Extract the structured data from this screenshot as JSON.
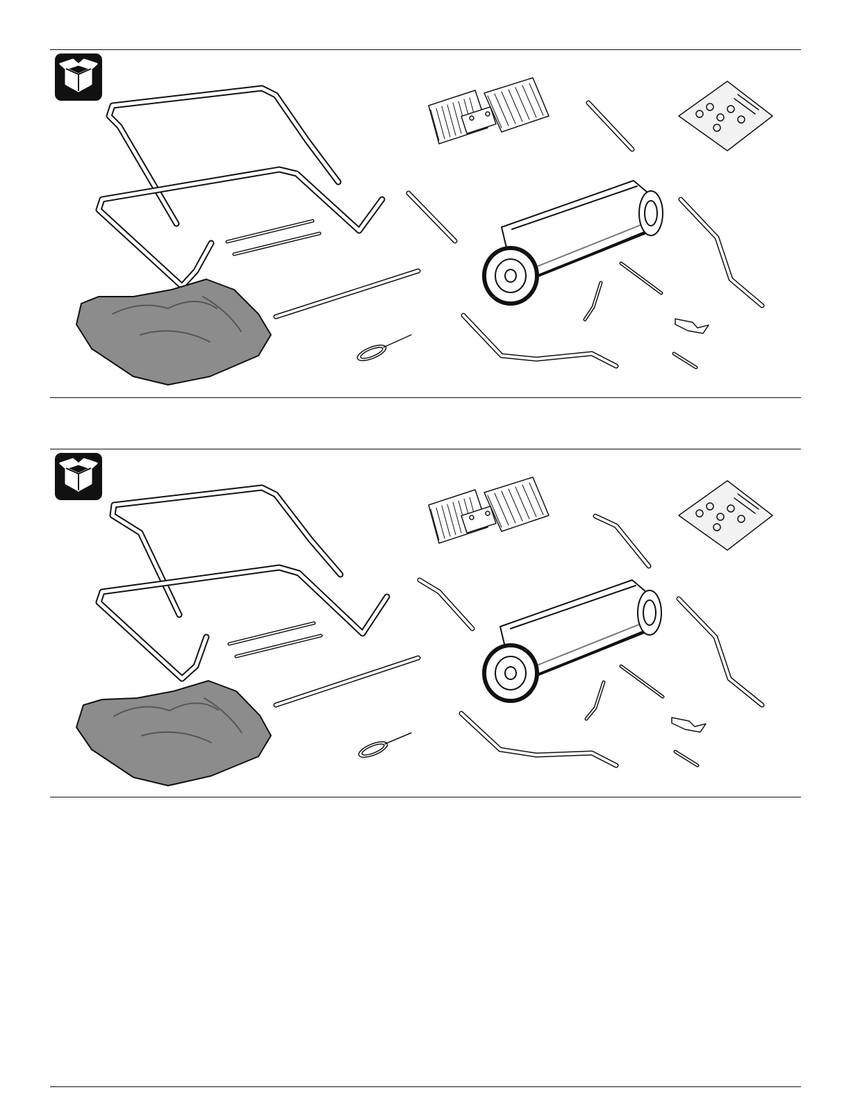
{
  "page": {
    "background": "#ffffff",
    "line_color": "#111111",
    "bag_fill": "#8c8c8c"
  },
  "panels": [
    {
      "id": "panel-1",
      "badge_icon": "open-box-icon",
      "parts": [
        "handle-frame-upper",
        "handle-frame-lower",
        "cross-rods",
        "grass-bag",
        "brush-assembly",
        "short-tube",
        "hardware-bag",
        "straight-tube",
        "spreader-bar",
        "hopper-with-wheels",
        "side-tube",
        "hitch-arm",
        "hitch-bracket",
        "tow-bar",
        "lever-bracket",
        "clip",
        "strap",
        "pull-cord"
      ]
    },
    {
      "id": "panel-2",
      "badge_icon": "open-box-icon",
      "parts": [
        "handle-frame-upper",
        "handle-frame-lower",
        "cross-rods",
        "grass-bag",
        "brush-assembly",
        "short-tube",
        "hardware-bag",
        "straight-tube",
        "spreader-bar",
        "hopper-with-wheels",
        "side-tube",
        "hitch-arm",
        "hitch-bracket",
        "tow-bar",
        "lever-bracket",
        "clip",
        "strap",
        "pull-cord"
      ]
    }
  ]
}
